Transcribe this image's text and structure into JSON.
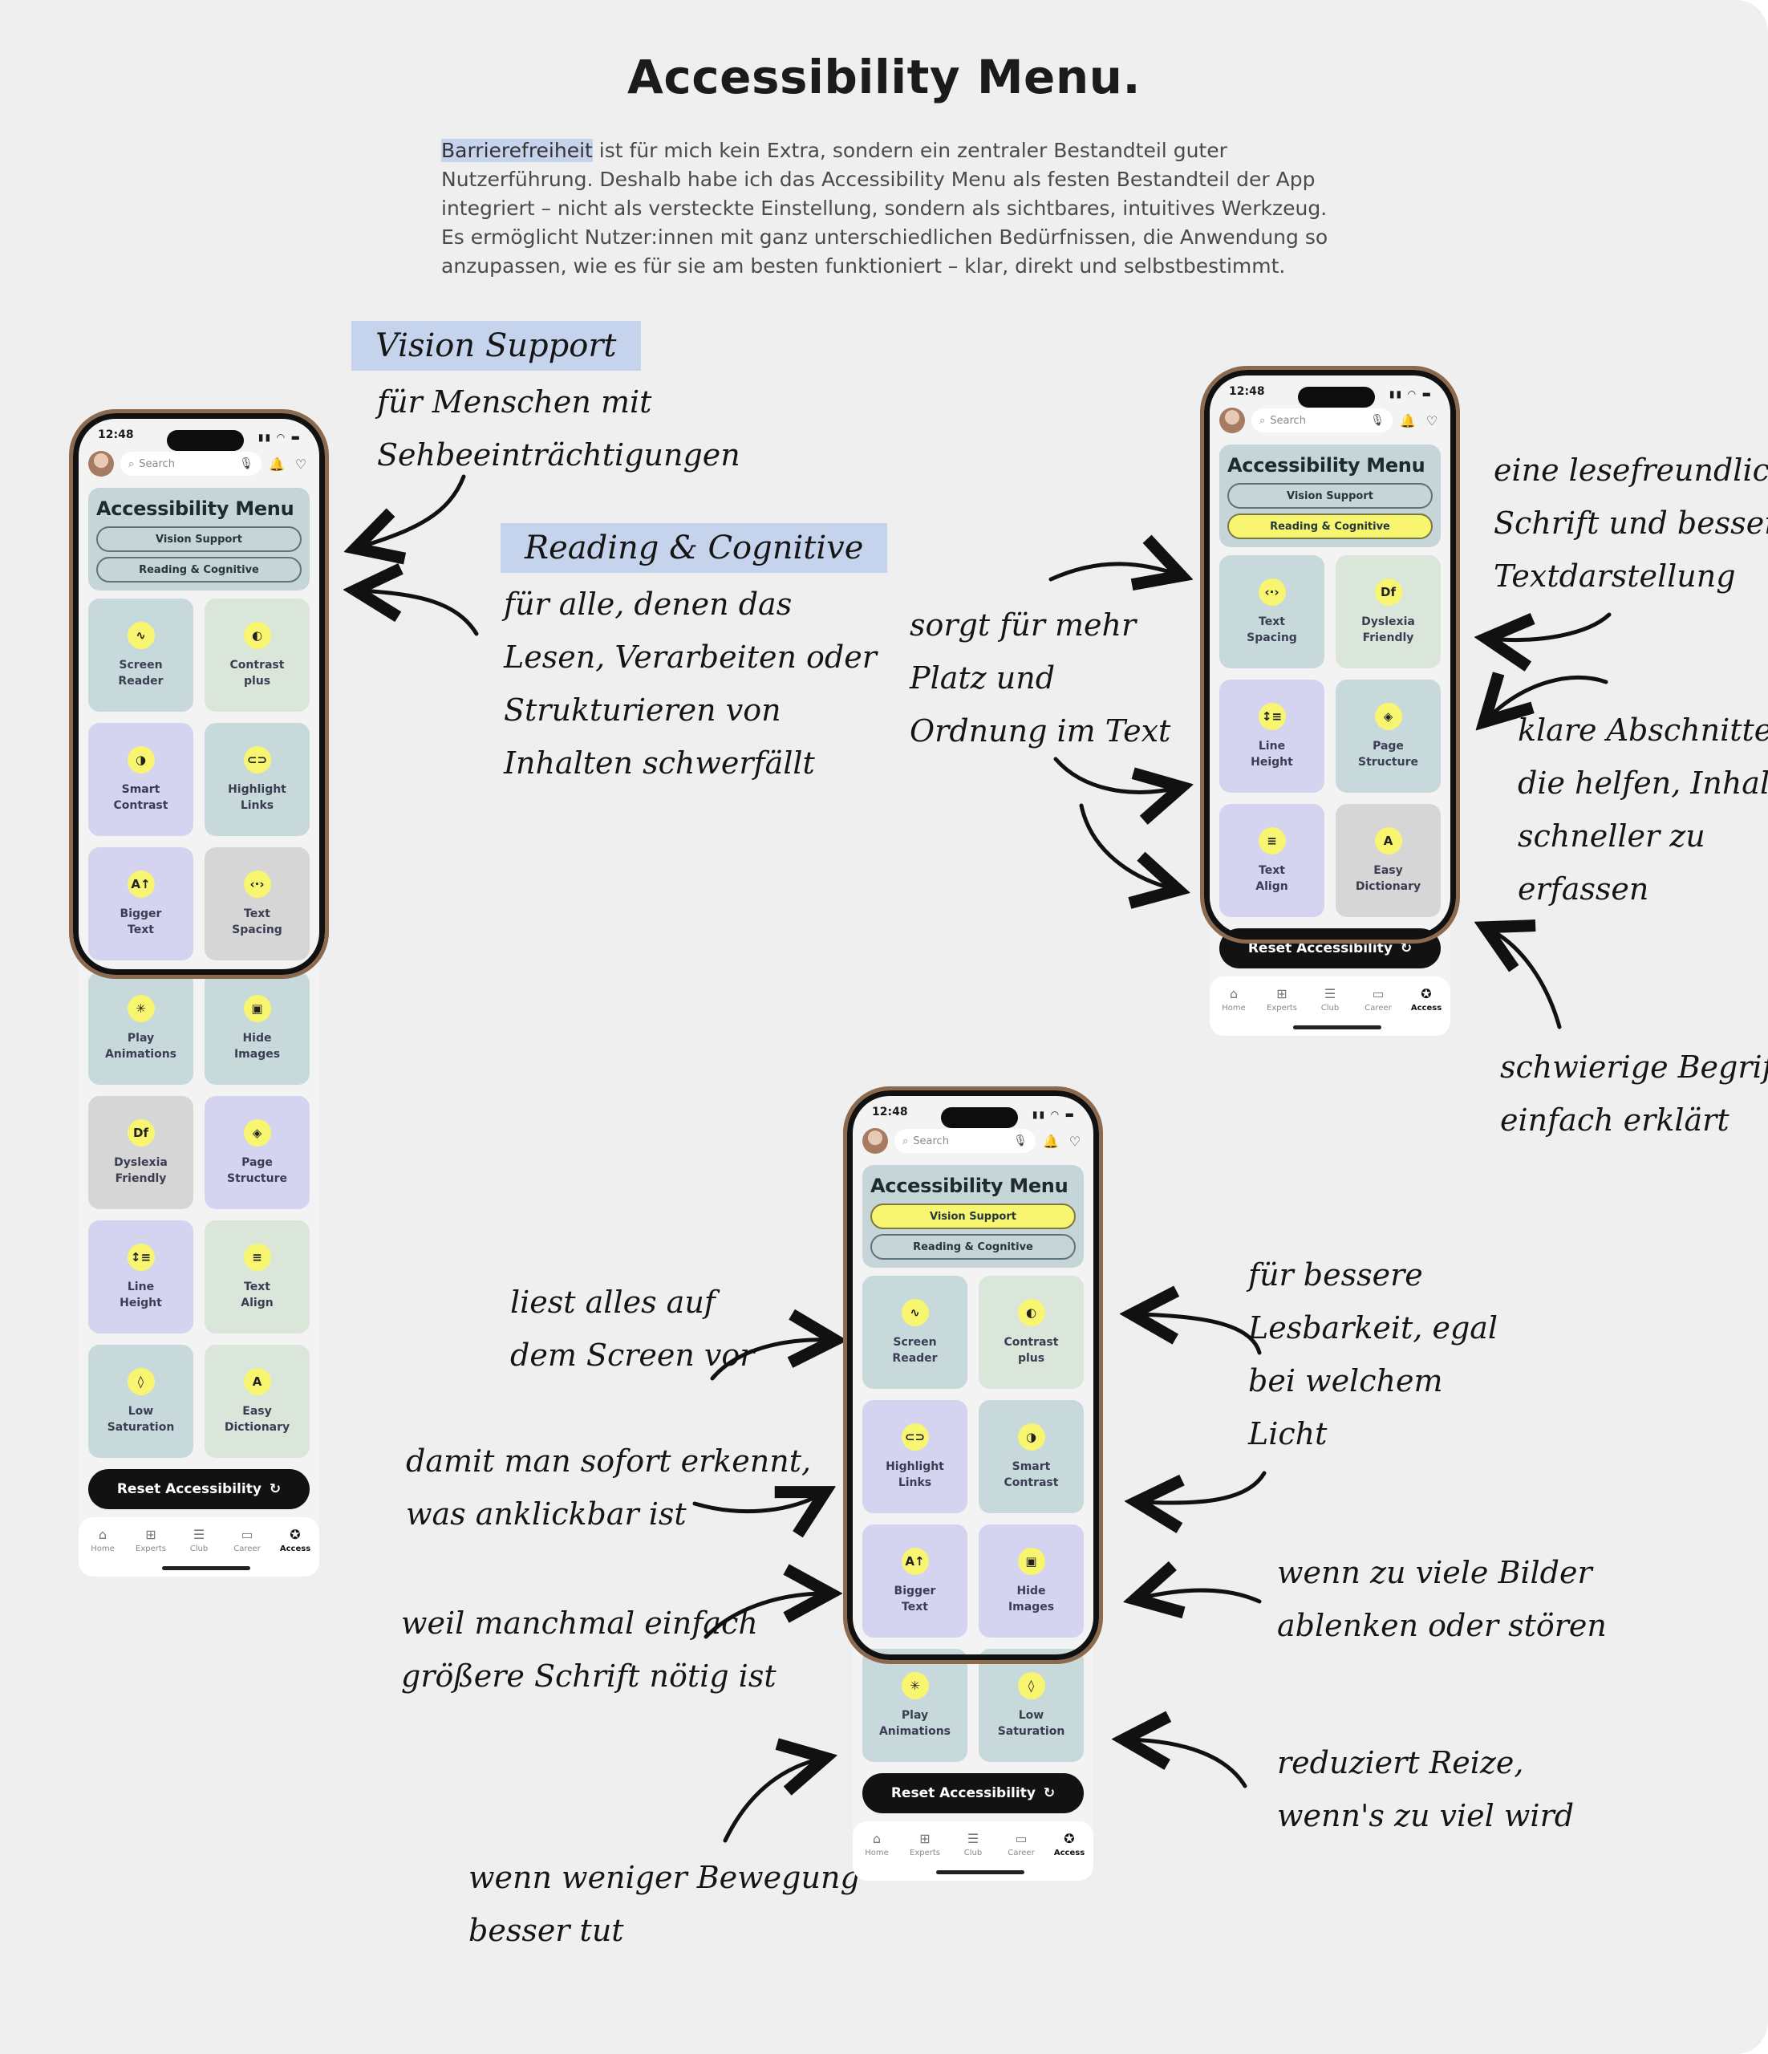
{
  "title": "Accessibility Menu.",
  "intro": {
    "highlight": "Barrierefreiheit",
    "rest": " ist für mich kein Extra, sondern ein zentraler Bestandteil guter Nutzerführung. Deshalb habe ich das Accessibility Menu als festen Bestandteil der App integriert – nicht als versteckte Einstellung, sondern als sichtbares, intuitives Werkzeug. Es ermöglicht Nutzer:innen mit ganz unterschiedlichen Bedürfnissen, die Anwendung so anzupassen, wie es für sie am besten funktioniert – klar, direkt und selbstbestimmt."
  },
  "phone_common": {
    "time": "12:48",
    "search_placeholder": "Search",
    "menu_title": "Accessibility Menu",
    "vision_label": "Vision Support",
    "reading_label": "Reading & Cognitive",
    "reset_label": "Reset Accessibility",
    "nav": [
      "Home",
      "Experts",
      "Club",
      "Career",
      "Access"
    ]
  },
  "phones": [
    {
      "tiles": [
        {
          "label": "Screen Reader",
          "icon": "waveform-icon",
          "glyph": "∿",
          "color": "teal"
        },
        {
          "label": "Contrast plus",
          "icon": "contrast-icon",
          "glyph": "◐",
          "color": "mint"
        },
        {
          "label": "Smart Contrast",
          "icon": "smart-contrast-icon",
          "glyph": "◑",
          "color": "lav"
        },
        {
          "label": "Highlight Links",
          "icon": "link-icon",
          "glyph": "⊂⊃",
          "color": "teal"
        },
        {
          "label": "Bigger Text",
          "icon": "text-size-icon",
          "glyph": "A↑",
          "color": "lav"
        },
        {
          "label": "Text Spacing",
          "icon": "spacing-icon",
          "glyph": "‹·›",
          "color": "grey"
        },
        {
          "label": "Play Animations",
          "icon": "animation-icon",
          "glyph": "✳",
          "color": "teal"
        },
        {
          "label": "Hide Images",
          "icon": "image-icon",
          "glyph": "▣",
          "color": "teal"
        },
        {
          "label": "Dyslexia Friendly",
          "icon": "dyslexia-icon",
          "glyph": "Df",
          "color": "grey"
        },
        {
          "label": "Page Structure",
          "icon": "layers-icon",
          "glyph": "◈",
          "color": "lav"
        },
        {
          "label": "Line Height",
          "icon": "line-height-icon",
          "glyph": "↕≡",
          "color": "lav"
        },
        {
          "label": "Text Align",
          "icon": "align-icon",
          "glyph": "≡",
          "color": "mint"
        },
        {
          "label": "Low Saturation",
          "icon": "drop-icon",
          "glyph": "◊",
          "color": "teal"
        },
        {
          "label": "Easy Dictionary",
          "icon": "dictionary-icon",
          "glyph": "A",
          "color": "mint"
        }
      ]
    },
    {
      "tiles": [
        {
          "label": "Text Spacing",
          "icon": "spacing-icon",
          "glyph": "‹·›",
          "color": "teal"
        },
        {
          "label": "Dyslexia Friendly",
          "icon": "dyslexia-icon",
          "glyph": "Df",
          "color": "mint"
        },
        {
          "label": "Line Height",
          "icon": "line-height-icon",
          "glyph": "↕≡",
          "color": "lav"
        },
        {
          "label": "Page Structure",
          "icon": "layers-icon",
          "glyph": "◈",
          "color": "teal"
        },
        {
          "label": "Text Align",
          "icon": "align-icon",
          "glyph": "≡",
          "color": "lav"
        },
        {
          "label": "Easy Dictionary",
          "icon": "dictionary-icon",
          "glyph": "A",
          "color": "grey"
        }
      ]
    },
    {
      "tiles": [
        {
          "label": "Screen Reader",
          "icon": "waveform-icon",
          "glyph": "∿",
          "color": "teal"
        },
        {
          "label": "Contrast plus",
          "icon": "contrast-icon",
          "glyph": "◐",
          "color": "mint"
        },
        {
          "label": "Highlight Links",
          "icon": "link-icon",
          "glyph": "⊂⊃",
          "color": "lav"
        },
        {
          "label": "Smart Contrast",
          "icon": "smart-contrast-icon",
          "glyph": "◑",
          "color": "teal"
        },
        {
          "label": "Bigger Text",
          "icon": "text-size-icon",
          "glyph": "A↑",
          "color": "lav"
        },
        {
          "label": "Hide Images",
          "icon": "image-icon",
          "glyph": "▣",
          "color": "lav"
        },
        {
          "label": "Play Animations",
          "icon": "animation-icon",
          "glyph": "✳",
          "color": "teal"
        },
        {
          "label": "Low Saturation",
          "icon": "drop-icon",
          "glyph": "◊",
          "color": "teal"
        }
      ]
    }
  ],
  "annotations": {
    "vision_tag": "Vision Support",
    "vision_desc": [
      "für Menschen mit",
      "Sehbeeinträchtigungen"
    ],
    "reading_tag": "Reading & Cognitive",
    "reading_desc": [
      "für alle, denen das",
      "Lesen, Verarbeiten oder",
      "Strukturieren von",
      "Inhalten schwerfällt"
    ],
    "spacing": [
      "sorgt für mehr",
      "Platz und",
      "Ordnung im Text"
    ],
    "font": [
      "eine lesefreundliche",
      "Schrift und bessere",
      "Textdarstellung"
    ],
    "structure": [
      "klare Abschnitte,",
      "die helfen, Inhalte",
      "schneller zu",
      "erfassen"
    ],
    "dictionary": [
      "schwierige Begriffe",
      "einfach erklärt"
    ],
    "reader": [
      "liest alles auf",
      "dem Screen vor"
    ],
    "links": [
      "damit man sofort erkennt,",
      "was anklickbar ist"
    ],
    "bigger": [
      "weil manchmal einfach",
      "größere Schrift nötig ist"
    ],
    "animations": [
      "wenn weniger Bewegung",
      "besser tut"
    ],
    "contrast": [
      "für bessere",
      "Lesbarkeit, egal",
      "bei welchem",
      "Licht"
    ],
    "images": [
      "wenn zu viele Bilder",
      "ablenken oder stören"
    ],
    "saturation": [
      "reduziert Reize,",
      "wenn's zu viel wird"
    ]
  },
  "colors": {
    "yellow": "#f8f571",
    "teal": "#c8d9db",
    "mint": "#dbe6da",
    "lavender": "#d4d3f0",
    "grey": "#d6d6d6",
    "tag": "#c5d3ec",
    "frame": "#8d6a4e"
  }
}
